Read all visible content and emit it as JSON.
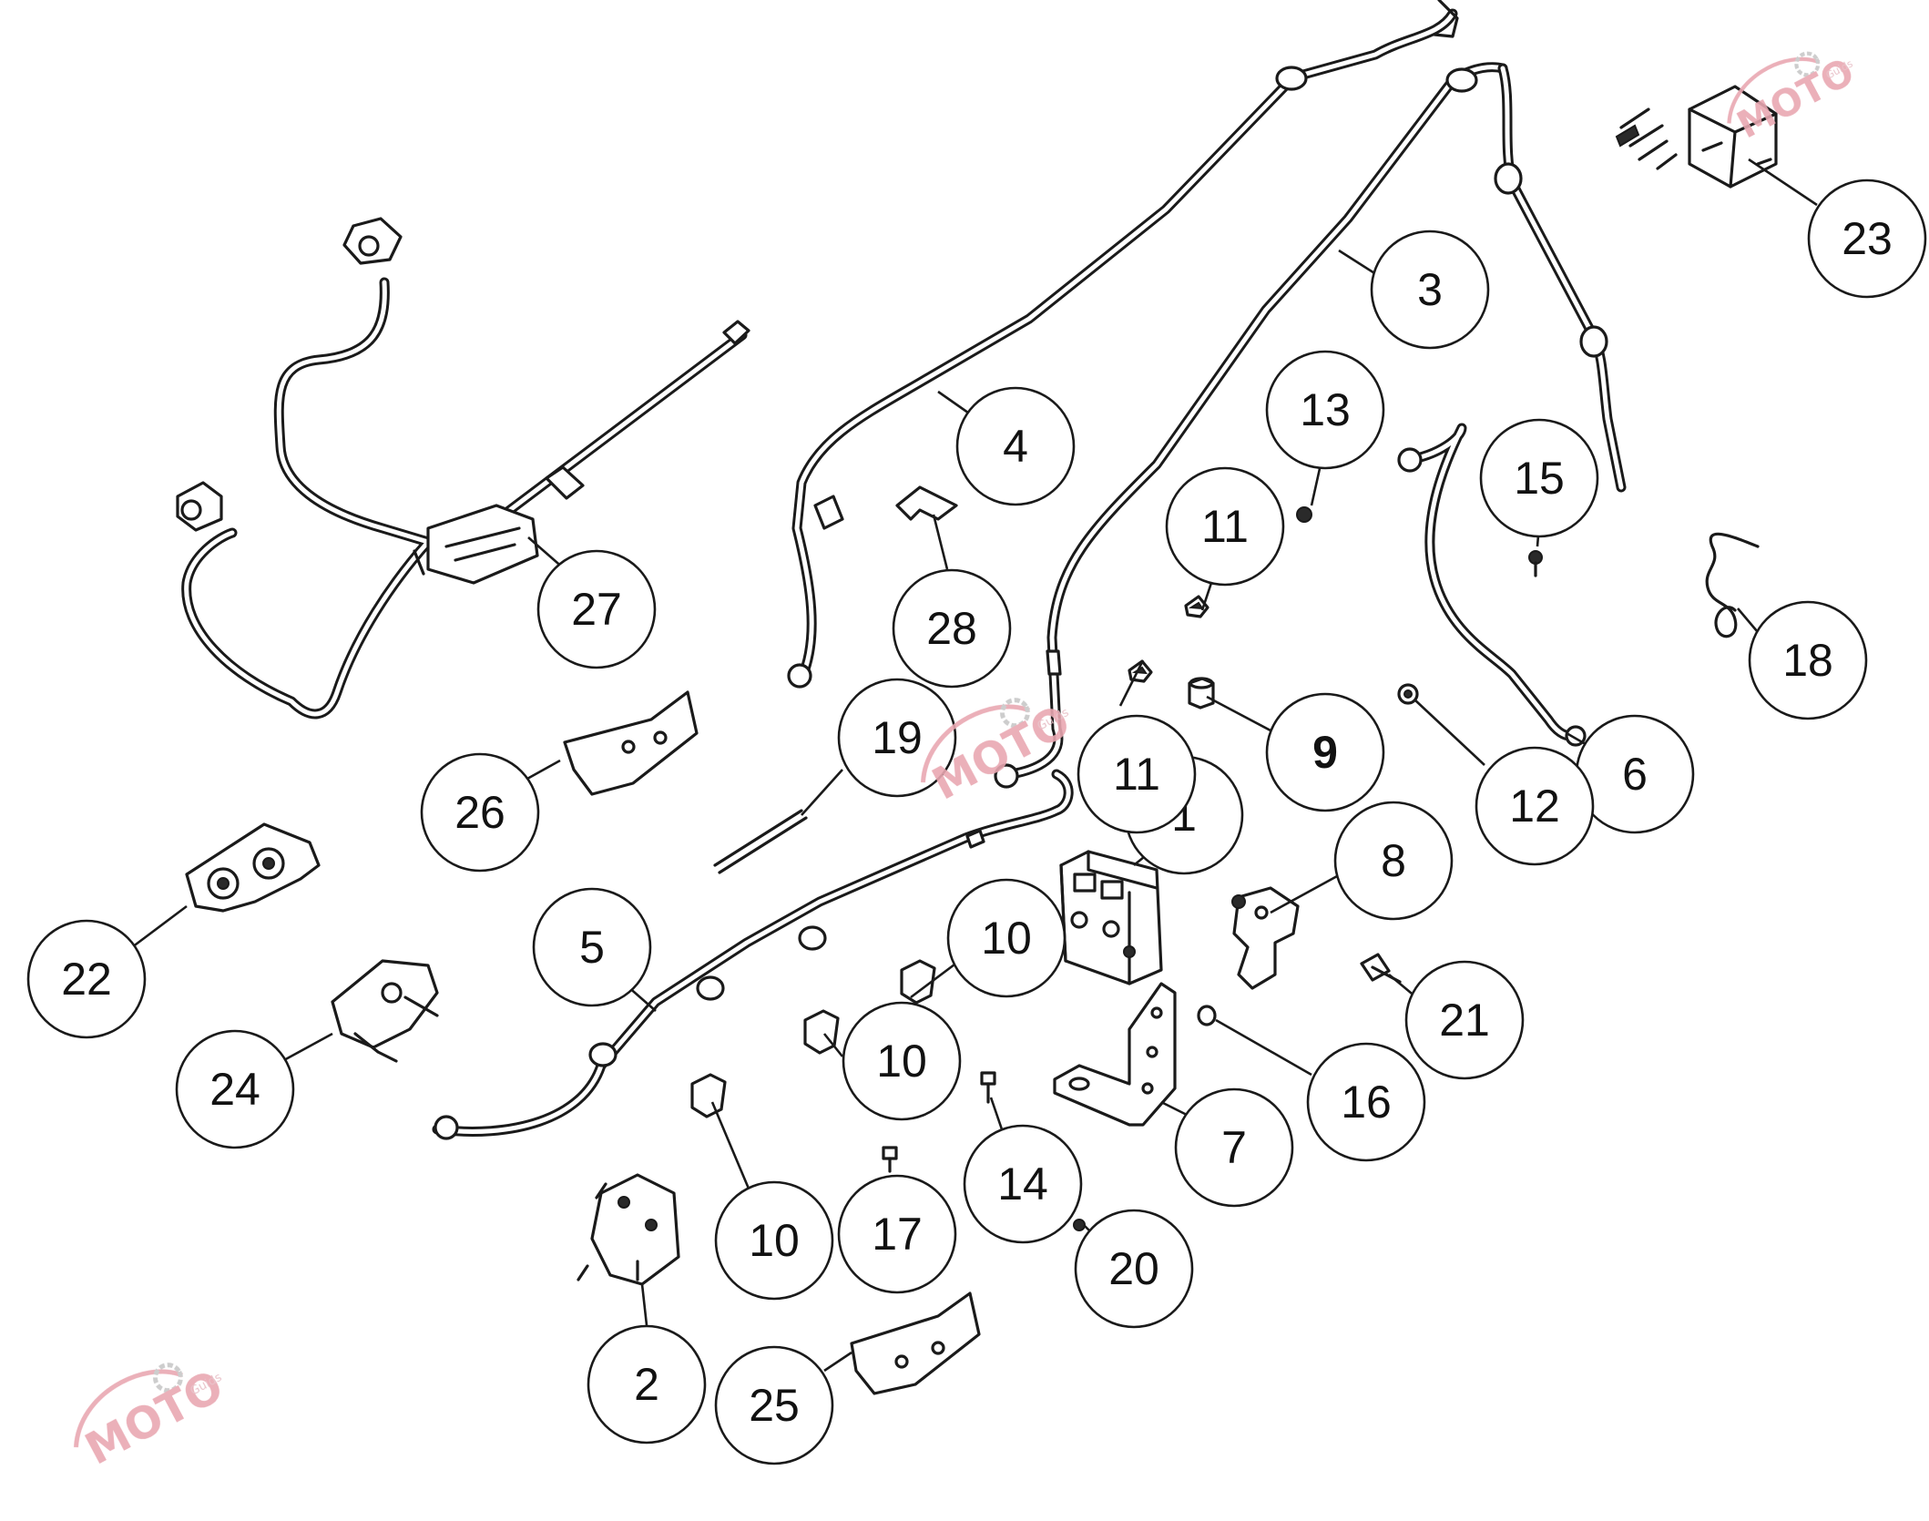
{
  "diagram": {
    "callouts": [
      {
        "label": "1"
      },
      {
        "label": "2"
      },
      {
        "label": "3"
      },
      {
        "label": "4"
      },
      {
        "label": "5"
      },
      {
        "label": "6"
      },
      {
        "label": "7"
      },
      {
        "label": "8"
      },
      {
        "label": "9",
        "bold": true
      },
      {
        "label": "10"
      },
      {
        "label": "10"
      },
      {
        "label": "10"
      },
      {
        "label": "11"
      },
      {
        "label": "11"
      },
      {
        "label": "12"
      },
      {
        "label": "13"
      },
      {
        "label": "14"
      },
      {
        "label": "15"
      },
      {
        "label": "16"
      },
      {
        "label": "17"
      },
      {
        "label": "18"
      },
      {
        "label": "19"
      },
      {
        "label": "20"
      },
      {
        "label": "21"
      },
      {
        "label": "22"
      },
      {
        "label": "23"
      },
      {
        "label": "24"
      },
      {
        "label": "25"
      },
      {
        "label": "26"
      },
      {
        "label": "27"
      },
      {
        "label": "28"
      }
    ]
  },
  "watermark": {
    "main_text": "MOTO",
    "sub_text": "Guids",
    "color": "#e9a8b2"
  }
}
